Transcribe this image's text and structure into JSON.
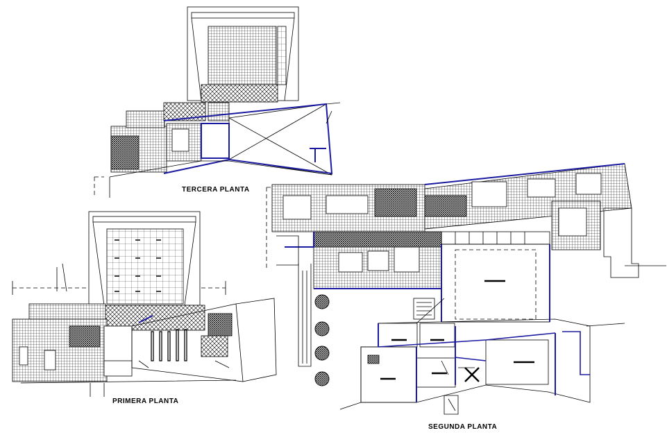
{
  "labels": {
    "tercera": "TERCERA PLANTA",
    "primera": "PRIMERA PLANTA",
    "segunda": "SEGUNDA PLANTA"
  },
  "colors": {
    "background": "#ffffff",
    "line": "#000000",
    "wall": "#1a1aa0"
  }
}
